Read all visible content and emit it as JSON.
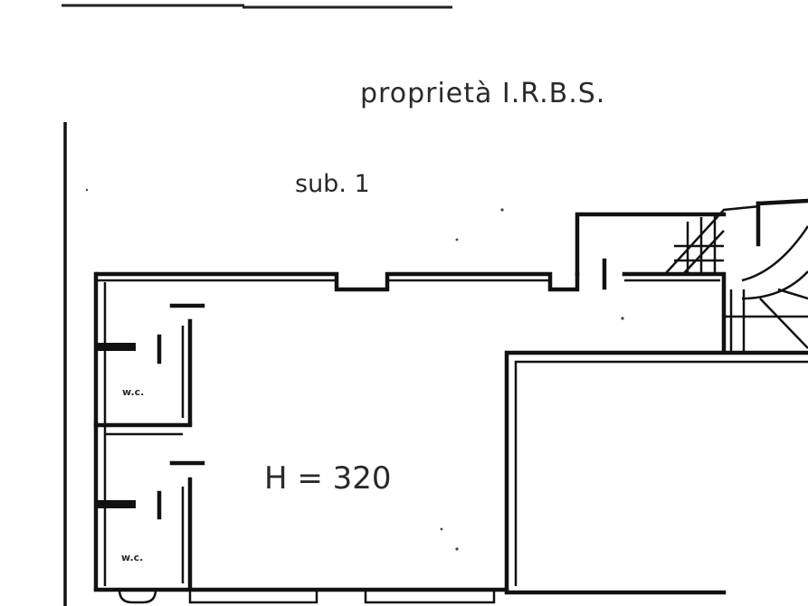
{
  "plan": {
    "owner_label": "proprietà I.R.B.S.",
    "sub_label": "sub. 1",
    "height_label": "H = 320",
    "wc_labels": [
      "w.c.",
      "w.c."
    ]
  }
}
